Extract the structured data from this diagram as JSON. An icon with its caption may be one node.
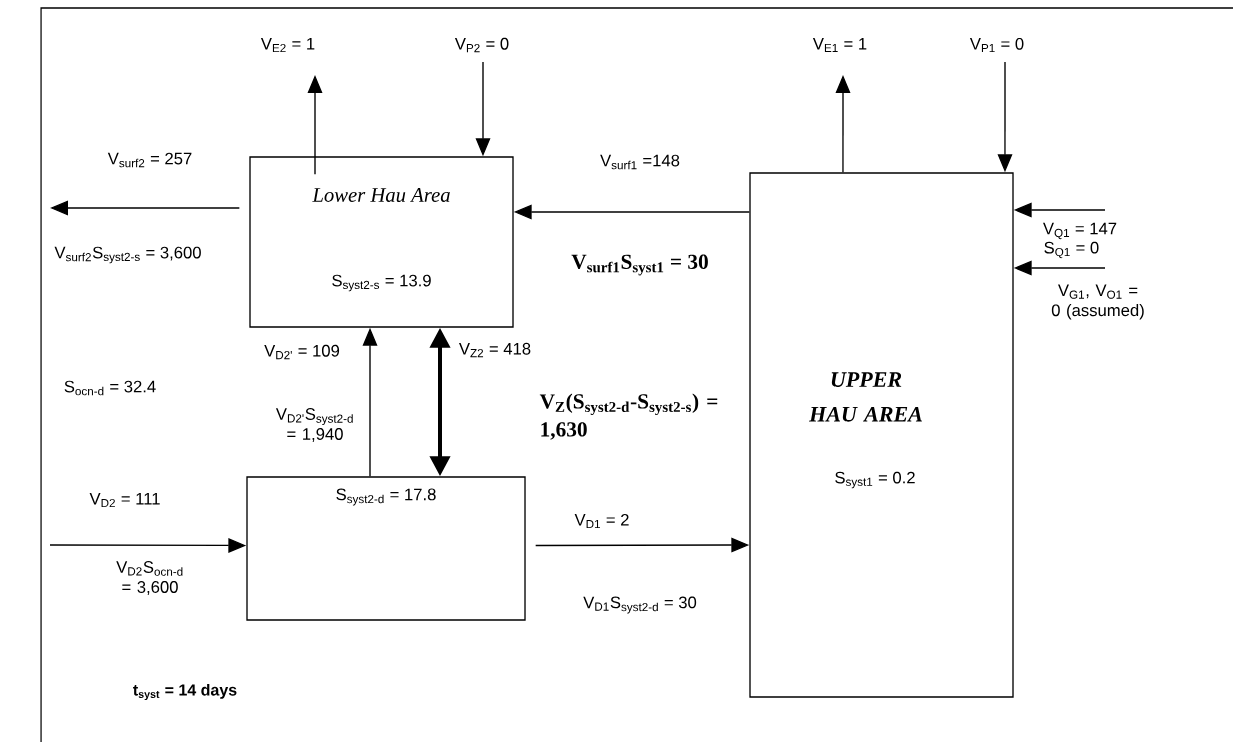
{
  "diagram": {
    "nodes": [
      {
        "text": [
          "Lower Hau Area",
          "S$_{syst2-s}$ = 13.9"
        ]
      },
      {
        "text": [
          "S$_{syst2-d}$ = 17.8"
        ]
      },
      {
        "text": [
          "UPPER HAU AREA",
          "S$_{syst1}$ = 0.2"
        ]
      }
    ],
    "edges": [
      {
        "from": 0,
        "to": null,
        "arrow": "to",
        "label": "V$_{E2}$ = 1"
      },
      {
        "from": null,
        "to": 0,
        "arrow": "to",
        "label": "V$_{P2}$ = 0"
      },
      {
        "from": 0,
        "to": null,
        "arrow": "to",
        "label": "V$_{surf2}$ = 257"
      },
      {
        "from": 2,
        "to": 0,
        "arrow": "to",
        "label": "V$_{surf1}$ =148"
      },
      {
        "from": 2,
        "to": null,
        "arrow": "to",
        "label": "V$_{E1}$ = 1"
      },
      {
        "from": null,
        "to": 2,
        "arrow": "to",
        "label": "V$_{P1}$ = 0"
      },
      {
        "from": null,
        "to": 2,
        "arrow": "to",
        "label": "V$_{Q1}$ = 147"
      },
      {
        "from": null,
        "to": 2,
        "arrow": "to",
        "label": "V$_{G1}$, V$_{O1}$ = 0 (assumed)"
      },
      {
        "from": 1,
        "to": 0,
        "arrow": "to",
        "label": "V$_{D2'}$ = 109"
      },
      {
        "from": 0,
        "to": 1,
        "arrow": "both",
        "style": "thick",
        "label": "V$_{Z2}$ = 418"
      },
      {
        "from": null,
        "to": 1,
        "arrow": "to",
        "label": "V$_{D2}$ = 111"
      },
      {
        "from": 1,
        "to": 2,
        "arrow": "to",
        "label": "V$_{D1}$ = 2"
      }
    ],
    "labels": [
      "V$_{surf2}$S$_{syst2-s}$ = 3,600",
      "V$_{surf1}$S$_{syst1}$ = 30",
      "S$_{Q1}$ = 0",
      "S$_{ocn-d}$ = 32.4",
      "V$_{D2'}$S$_{syst2-d}$ = 1,940",
      "V$_{Z}$(S$_{syst2-d}$-S$_{syst2-s}$) = 1,630",
      "V$_{D2}$S$_{ocn-d}$ = 3,600",
      "V$_{D1}$S$_{syst2-d}$ = 30",
      "t$_{syst}$ = 14 days"
    ]
  }
}
